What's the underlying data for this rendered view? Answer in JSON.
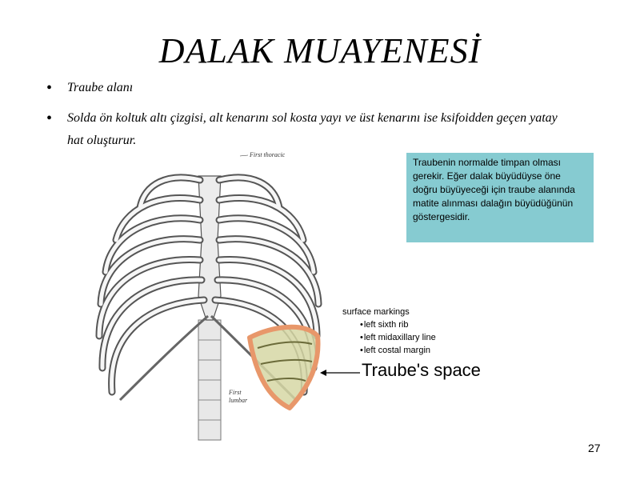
{
  "slide": {
    "title": "DALAK MUAYENESİ",
    "bullets": [
      {
        "text": "Traube alanı"
      },
      {
        "text": "Solda ön koltuk altı çizgisi, alt kenarını sol kosta yayı ve üst kenarını ise ksifoidden geçen yatay hat oluşturur."
      }
    ],
    "infobox": "Traubenin normalde timpan olması gerekir. Eğer dalak büyüdüyse öne doğru büyüyeceği için traube alanında matite alınması dalağın büyüdüğünün göstergesidir.",
    "illustration": {
      "first_thoracic": "First thoracic",
      "first_lumbar_1": "First",
      "first_lumbar_2": "lumbar"
    },
    "surface_markings": {
      "heading": "surface markings",
      "items": [
        "left sixth rib",
        "left midaxillary line",
        "left costal margin"
      ]
    },
    "traube_label": "Traube's space",
    "page_number": "27"
  },
  "colors": {
    "infobox_bg": "#86cbd1",
    "traube_outline": "#e8976a",
    "traube_fill": "#d6d7a4"
  }
}
